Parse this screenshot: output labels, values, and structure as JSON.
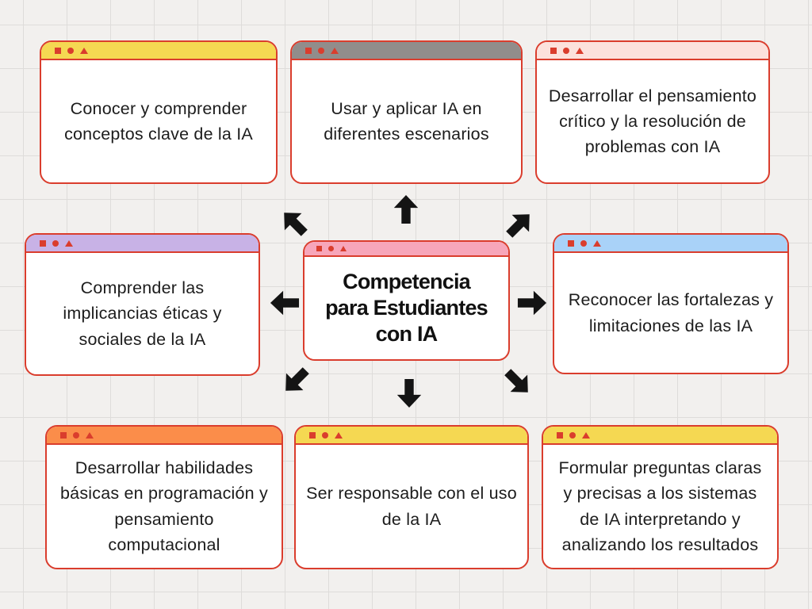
{
  "diagram": {
    "title": "Competencia para Estudiantes con IA",
    "background_color": "#f2f0ee",
    "grid_color": "#dedcda",
    "border_color": "#da3d2d",
    "arrow_color": "#141414"
  },
  "center": {
    "title": "Competencia para Estudiantes con IA",
    "title_lines": [
      "Competencia",
      "para Estudiantes",
      "con IA"
    ],
    "header_color": "#f7a6ba"
  },
  "nodes": [
    {
      "id": "conceptos-clave",
      "text": "Conocer y comprender conceptos clave de la IA",
      "header_color": "#f5d852"
    },
    {
      "id": "usar-aplicar",
      "text": "Usar y aplicar IA en diferentes escenarios",
      "header_color": "#918d8b"
    },
    {
      "id": "pensamiento-critico",
      "text": "Desarrollar el pensamiento crítico y la resolución de problemas con IA",
      "header_color": "#fce1dc"
    },
    {
      "id": "implicancias-eticas",
      "text": "Comprender las implicancias éticas  y sociales de la IA",
      "header_color": "#c8b2e6"
    },
    {
      "id": "fortalezas-limitaciones",
      "text": "Reconocer las fortalezas y limitaciones de las IA",
      "header_color": "#a9d2f8"
    },
    {
      "id": "programacion",
      "text": "Desarrollar habilidades básicas en programación y pensamiento computacional",
      "header_color": "#fb8d4a"
    },
    {
      "id": "responsable",
      "text": "Ser responsable con el uso de la IA",
      "header_color": "#f5d852"
    },
    {
      "id": "formular-preguntas",
      "text": "Formular preguntas claras y precisas a los sistemas de IA interpretando y analizando los resultados",
      "header_color": "#f5d852"
    }
  ],
  "window_icons": [
    "square",
    "circle",
    "triangle"
  ],
  "arrows": [
    "up",
    "up-left",
    "up-right",
    "left",
    "right",
    "down-left",
    "down",
    "down-right"
  ]
}
